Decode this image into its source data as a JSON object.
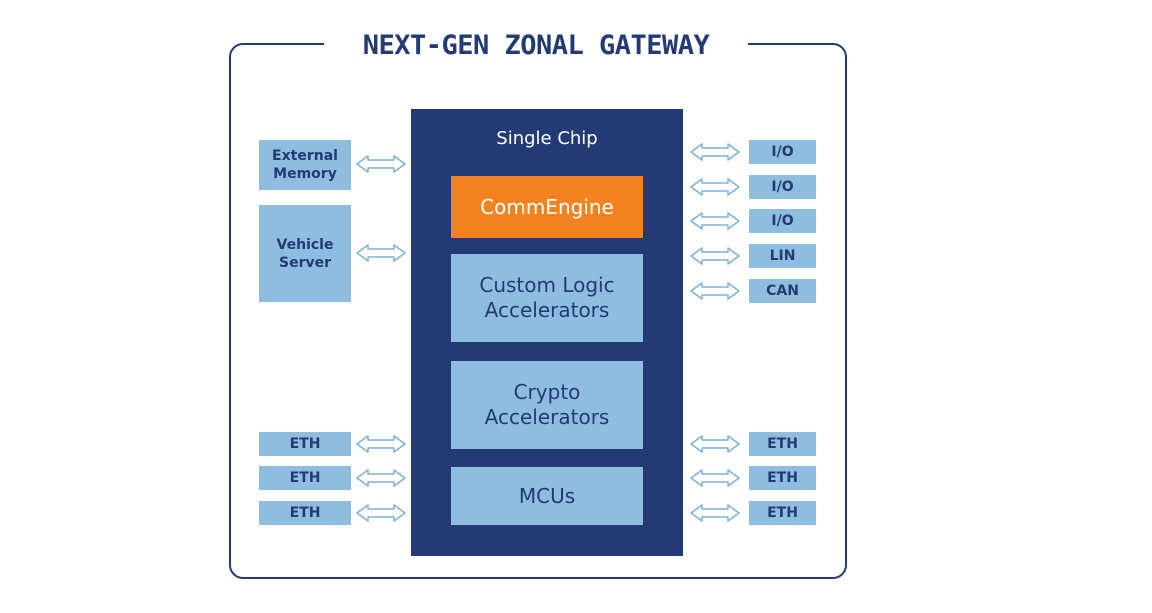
{
  "diagram": {
    "title": "NEXT-GEN ZONAL GATEWAY",
    "chip": {
      "label": "Single Chip",
      "blocks": [
        "CommEngine",
        "Custom Logic\nAccelerators",
        "Crypto\nAccelerators",
        "MCUs"
      ]
    },
    "left_boxes": [
      "External\nMemory",
      "Vehicle\nServer",
      "ETH",
      "ETH",
      "ETH"
    ],
    "right_boxes": [
      "I/O",
      "I/O",
      "I/O",
      "LIN",
      "CAN",
      "ETH",
      "ETH",
      "ETH"
    ]
  },
  "colors": {
    "navy": "#233a75",
    "light_blue": "#8fbde0",
    "orange": "#f58220",
    "arrow": "#7fb0d8"
  },
  "icons": {
    "connector": "double-arrow-icon"
  }
}
